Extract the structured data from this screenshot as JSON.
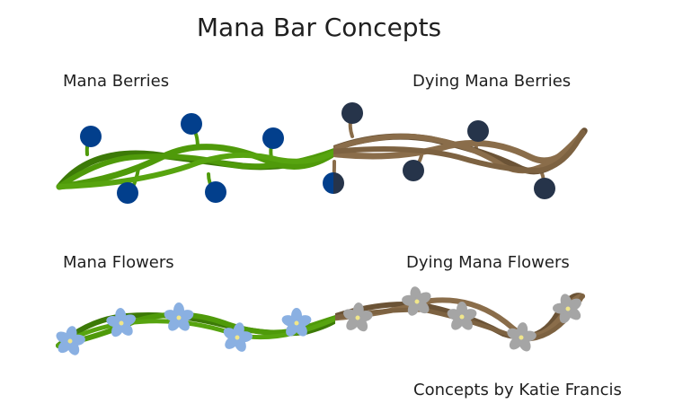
{
  "title": "Mana Bar Concepts",
  "labels": {
    "mana_berries": "Mana Berries",
    "dying_mana_berries": "Dying Mana Berries",
    "mana_flowers": "Mana Flowers",
    "dying_mana_flowers": "Dying Mana Flowers"
  },
  "credit": "Concepts by Katie Francis",
  "colors": {
    "vine_green": "#4f9a0a",
    "vine_green_dark": "#3c7a07",
    "vine_brown": "#8a6d4a",
    "vine_brown_dark": "#6b5336",
    "berry_blue": "#023f8c",
    "berry_dead": "#26344a",
    "flower_blue": "#8ab0e2",
    "flower_grey": "#a5a5a5",
    "flower_center": "#f0e68a"
  }
}
